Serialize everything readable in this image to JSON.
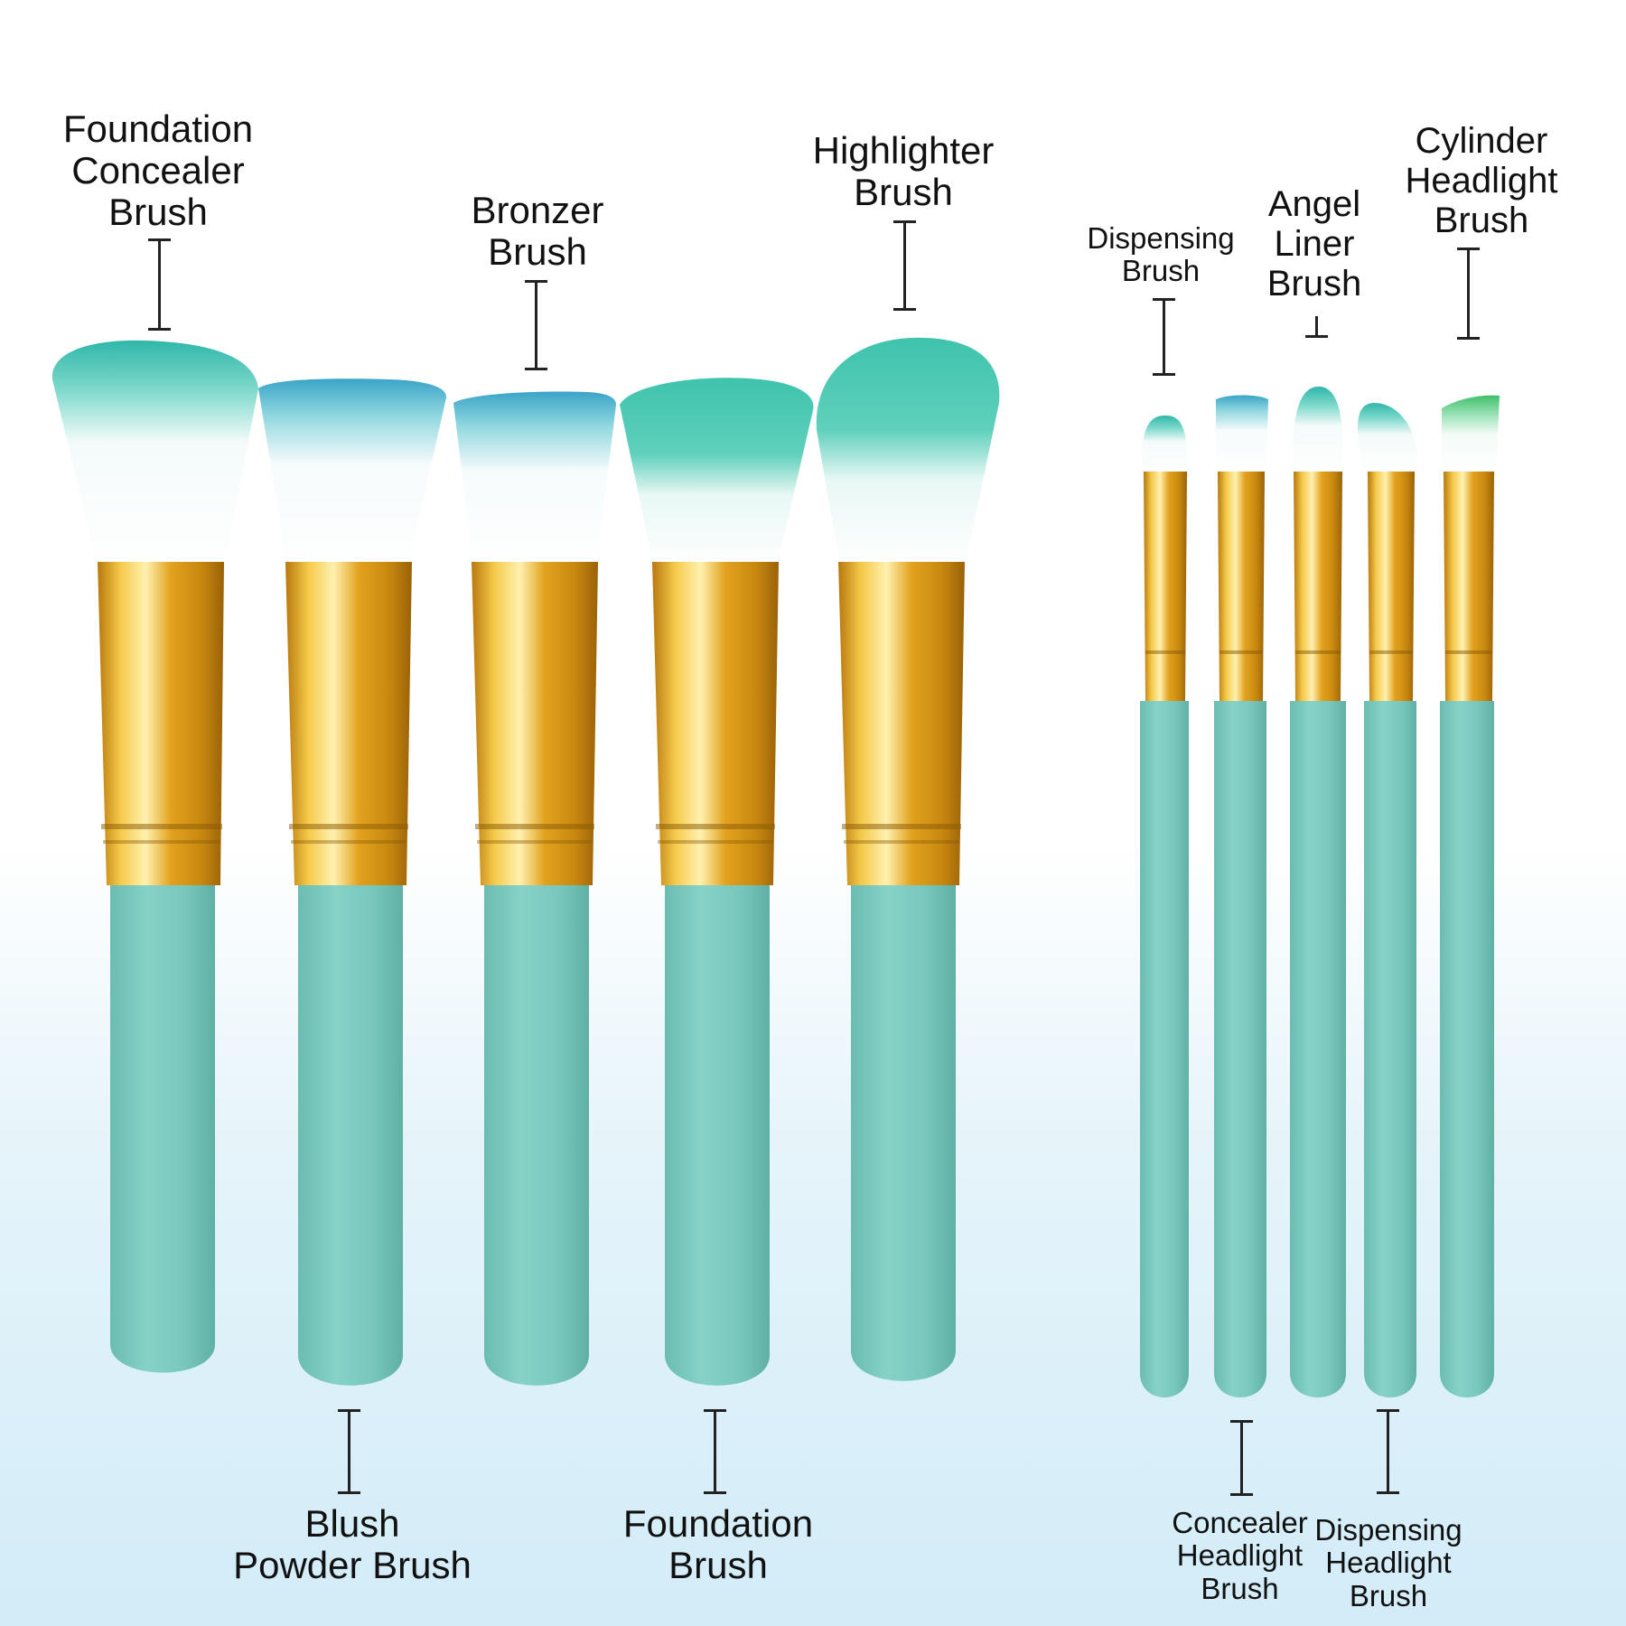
{
  "colors": {
    "handle": "#7ac9bd",
    "ferrule": "#e0a21a",
    "bristle_tip": "#4cc7b8",
    "bristle_base": "#ffffff",
    "text": "#111111"
  },
  "labels": {
    "foundation_concealer": [
      "Foundation",
      "Concealer",
      "Brush"
    ],
    "bronzer": [
      "Bronzer",
      "Brush"
    ],
    "highlighter": [
      "Highlighter",
      "Brush"
    ],
    "dispensing": [
      "Dispensing",
      "Brush"
    ],
    "angel_liner": [
      "Angel",
      "Liner",
      "Brush"
    ],
    "cylinder_headlight": [
      "Cylinder",
      "Headlight",
      "Brush"
    ],
    "blush_powder": [
      "Blush",
      "Powder Brush"
    ],
    "foundation": [
      "Foundation",
      "Brush"
    ],
    "concealer_headlight": [
      "Concealer",
      "Headlight",
      "Brush"
    ],
    "dispensing_headlight": [
      "Dispensing",
      "Headlight",
      "Brush"
    ]
  }
}
